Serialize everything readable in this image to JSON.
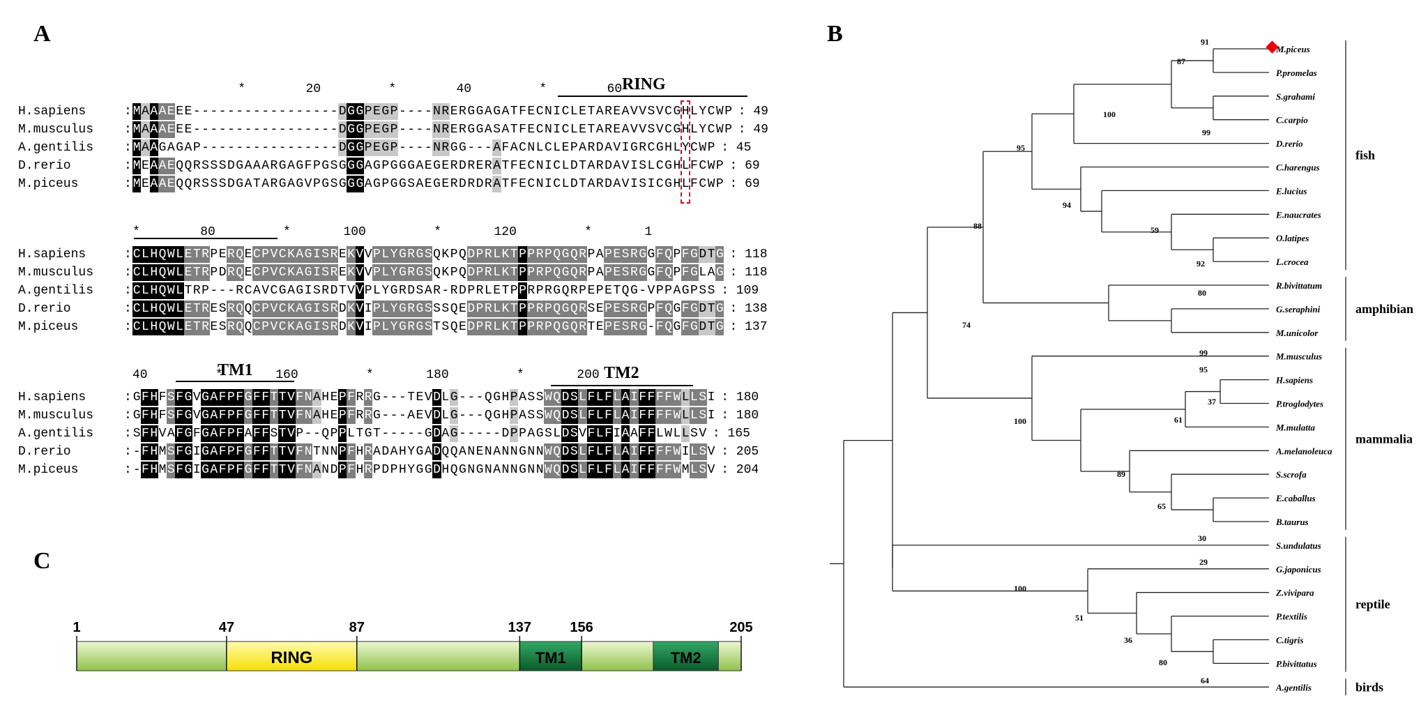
{
  "panels": {
    "a": "A",
    "b": "B",
    "c": "C"
  },
  "alignment": {
    "domains": {
      "ring": "RING",
      "tm1": "TM1",
      "tm2": "TM2"
    },
    "blocks": [
      {
        "ruler": "              *        20         *        40         *        60",
        "rows": [
          {
            "name": "H.sapiens",
            "seq": "MAAAEEE-----------------DGGPEGP----NRERGGAGATFECNICLETAREAVVSVCGHLYCWP",
            "end": "49"
          },
          {
            "name": "M.musculus",
            "seq": "MAAAEEE-----------------DGGPEGP----NRERGGASATFECNICLETAREAVVSVCGHLYCWP",
            "end": "49"
          },
          {
            "name": "A.gentilis",
            "seq": "MAAGAGAP----------------DGGPEGP----NRGG---AFACNLCLEPARDAVIGRCGHLYCWP",
            "end": "45"
          },
          {
            "name": "D.rerio",
            "seq": "MEAAEQQRSSSDGAAARGAGFPGSGGGAGPGGGAEGERDRERATFECNICLDTARDAVISLCGHLFCWP",
            "end": "69"
          },
          {
            "name": "M.piceus",
            "seq": "MEAAEQQRSSSDGATARGAGVPGSGGGAGPGGSAEGERDRDRATFECNICLDTARDAVISICGHLFCWP",
            "end": "69"
          }
        ]
      },
      {
        "ruler": "*        80         *       100         *       120         *       1",
        "rows": [
          {
            "name": "H.sapiens",
            "seq": "CLHQWLETRPERQECPVCKAGISREKVVPLYGRGSQKPQDPRLKTPPRPQGQRPAPESRGGFQPFGDTG",
            "end": "118"
          },
          {
            "name": "M.musculus",
            "seq": "CLHQWLETRPDRQECPVCKAGISREKVVPLYGRGSQKPQDPRLKTPPRPQGQRPAPESRGGFQPFGLAG",
            "end": "118"
          },
          {
            "name": "A.gentilis",
            "seq": "CLHQWLTRP---RCAVCGAGISRDTVVPLYGRDSAR-RDPRLETPPRPRGQRPEPETQG-VPPAGPSS",
            "end": "109"
          },
          {
            "name": "D.rerio",
            "seq": "CLHQWLETRESRQQCPVCKAGISRDKVIPLYGRGSSSQEDPRLKTPPRPQGQRSEPESRGPFQGFGDTG",
            "end": "138"
          },
          {
            "name": "M.piceus",
            "seq": "CLHQWLETRESRQQCPVCKAGISRDKVIPLYGRGSTSQEDPRLKTPPRPQGQRTEPESRG-FQGFGDTG",
            "end": "137"
          }
        ]
      },
      {
        "ruler": "40         *       160         *       180         *       200",
        "rows": [
          {
            "name": "H.sapiens",
            "seq": "GFHFSFGVGAFPFGFFTTVFNAHEPFRRG---TEVDLG---QGHPASSWQDSLFLFLAIFFFFWLLSI",
            "end": "180"
          },
          {
            "name": "M.musculus",
            "seq": "GFHFSFGVGAFPFGFFTTVFNAHEPFRRG---AEVDLG---QGHPASSWQDSLFLFLAIFFFFWLLSI",
            "end": "180"
          },
          {
            "name": "A.gentilis",
            "seq": "SFHVAFGFGAFPFAFFSTVP--QPPLTGT-----GDAG-----DPPAGSLDSVFLFIAAFFLWLLSV",
            "end": "165"
          },
          {
            "name": "D.rerio",
            "seq": "-FHMSFGIGAFPFGFFTTVFNTNNPFHRADAHYGADQQANENANNGNNWQDSLFLFLAIFFFFWILSV",
            "end": "205"
          },
          {
            "name": "M.piceus",
            "seq": "-FHMSFGIGAFPFGFFTTVFNANDPFHRPDPHYGGDHQGNGNANNGNNWQDSLFLFLAIFFFFWMLSV",
            "end": "204"
          }
        ]
      }
    ]
  },
  "tree": {
    "taxa": [
      "M.piceus",
      "P.promelas",
      "S.grahami",
      "C.carpio",
      "D.rerio",
      "C.harengus",
      "E.lucius",
      "E.naucrates",
      "O.latipes",
      "L.crocea",
      "R.bivittatum",
      "G.seraphini",
      "M.unicolor",
      "M.musculus",
      "H.sapiens",
      "P.troglodytes",
      "M.mulatta",
      "A.melanoleuca",
      "S.scrofa",
      "E.caballus",
      "B.taurus",
      "S.undulatus",
      "G.japonicus",
      "Z.vivipara",
      "P.textilis",
      "C.tigris",
      "P.bivittatus",
      "A.gentilis"
    ],
    "bootstrap": [
      "91",
      "87",
      "100",
      "99",
      "95",
      "94",
      "59",
      "92",
      "80",
      "88",
      "99",
      "95",
      "74",
      "37",
      "61",
      "100",
      "89",
      "65",
      "30",
      "29",
      "100",
      "51",
      "36",
      "80",
      "64"
    ],
    "groups": [
      "fish",
      "amphibian",
      "mammalia",
      "reptile",
      "birds"
    ],
    "highlight_color": "#e8000b"
  },
  "schematic": {
    "positions": [
      "1",
      "47",
      "87",
      "137",
      "156",
      "205"
    ],
    "domains": {
      "ring": "RING",
      "tm1": "TM1",
      "tm2": "TM2"
    },
    "colors": {
      "bar_light": "#eef7d4",
      "bar_mid": "#8fc24a",
      "ring_light": "#fffbb0",
      "ring_mid": "#f5e000",
      "tm_light": "#33a866",
      "tm_dark": "#0a5a2a"
    }
  }
}
